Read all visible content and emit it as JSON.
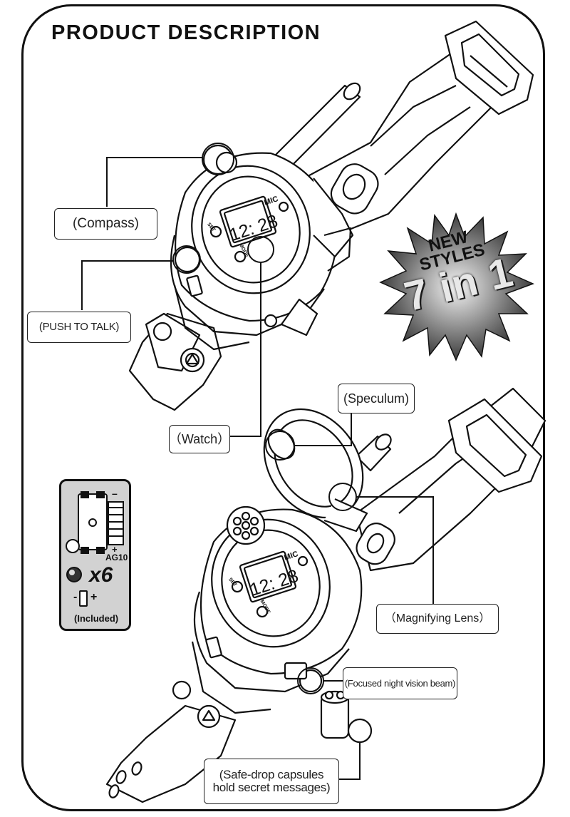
{
  "title": "PRODUCT DESCRIPTION",
  "labels": {
    "compass": "(Compass)",
    "push_to_talk": "(PUSH TO TALK)",
    "watch": "（Watch）",
    "speculum": "(Speculum)",
    "magnifying_lens": "（Magnifying Lens）",
    "night_vision": "(Focused night vision beam)",
    "capsules_line1": "(Safe-drop capsules",
    "capsules_line2": "hold secret messages)"
  },
  "burst": {
    "line1": "NEW",
    "line2": "STYLES",
    "line3": "7 in 1"
  },
  "watch_face_top": {
    "time": "12: 28",
    "mic": "MIC",
    "set": "SET",
    "mode": "MODE"
  },
  "watch_face_bottom": {
    "time": "12: 28",
    "mic": "MIC",
    "set": "SET",
    "mode": "MODE"
  },
  "battery": {
    "minus_top": "–",
    "plus": "+",
    "type": "AG10",
    "multiplier": "x6",
    "polarity_minus": "-",
    "polarity_plus": "+",
    "included": "(Included)"
  }
}
